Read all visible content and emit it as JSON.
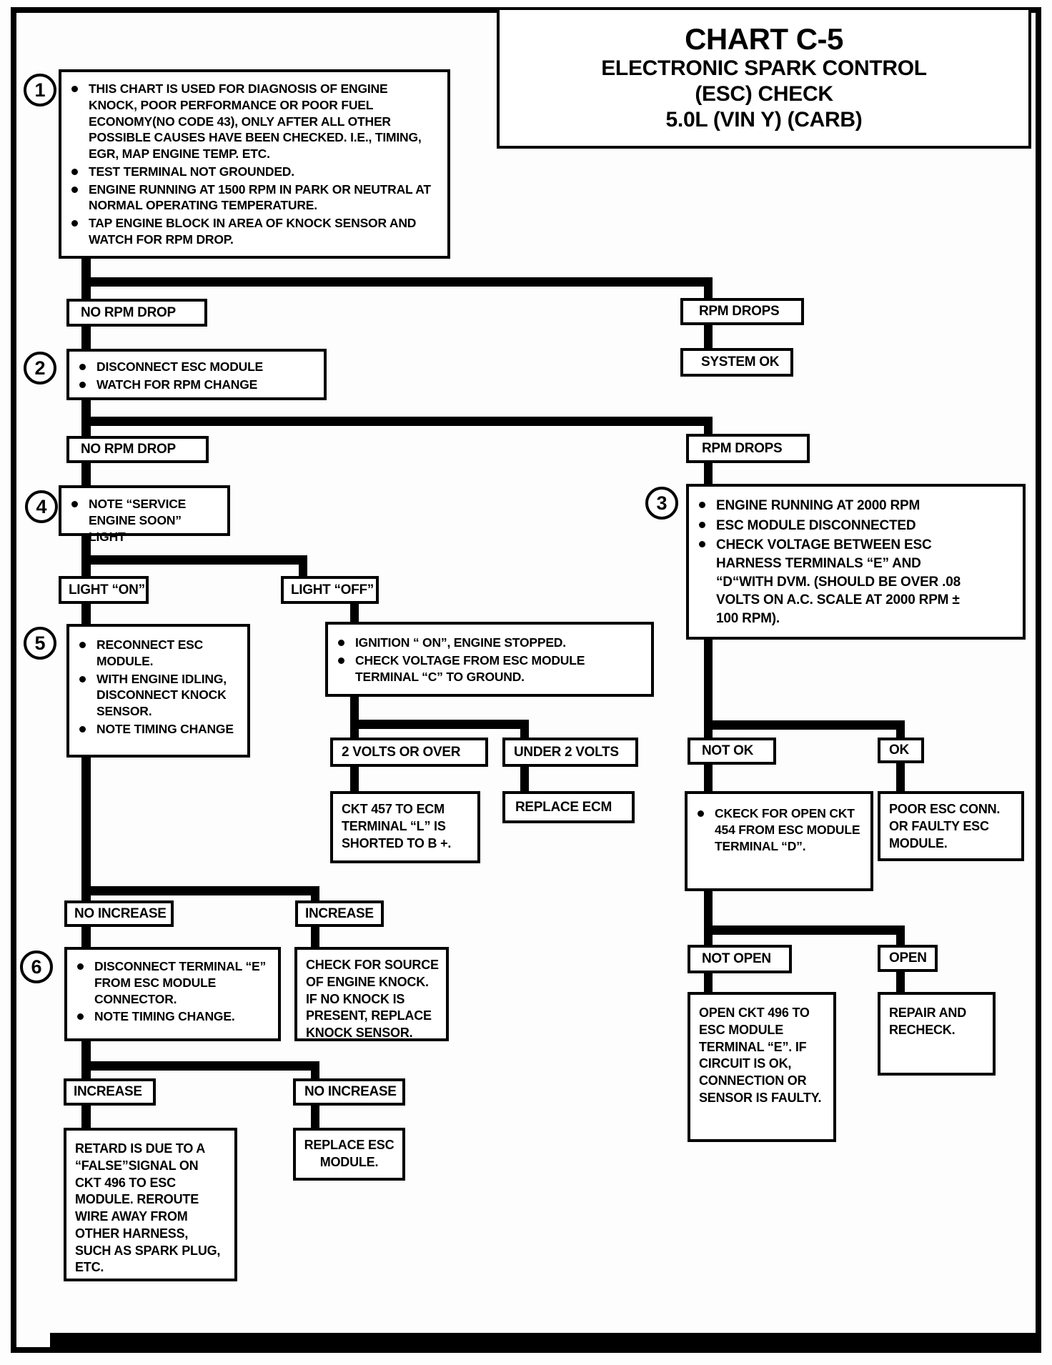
{
  "title": {
    "heading": "CHART C-5",
    "line2": "ELECTRONIC SPARK CONTROL",
    "line3": "(ESC) CHECK",
    "line4": "5.0L  (VIN Y)  (CARB)"
  },
  "step1": {
    "num": "1",
    "b1": "THIS CHART IS USED FOR DIAGNOSIS OF ENGINE KNOCK, POOR PERFORMANCE OR POOR FUEL ECONOMY(NO CODE 43), ONLY AFTER ALL OTHER POSSIBLE CAUSES HAVE BEEN CHECKED.  I.E., TIMING, EGR, MAP ENGINE TEMP. ETC.",
    "b2": "TEST TERMINAL NOT GROUNDED.",
    "b3": "ENGINE RUNNING AT 1500 RPM IN PARK OR NEUTRAL AT NORMAL OPERATING TEMPERATURE.",
    "b4": "TAP ENGINE BLOCK IN AREA OF KNOCK SENSOR AND WATCH FOR RPM DROP."
  },
  "branch1": {
    "no": "NO RPM DROP",
    "yes": "RPM DROPS"
  },
  "system_ok": "SYSTEM OK",
  "step2": {
    "num": "2",
    "b1": "DISCONNECT ESC MODULE",
    "b2": "WATCH FOR RPM CHANGE"
  },
  "branch2": {
    "no": "NO RPM DROP",
    "yes": "RPM DROPS"
  },
  "step4": {
    "num": "4",
    "b1": "NOTE “SERVICE ENGINE SOON” LIGHT"
  },
  "step3": {
    "num": "3",
    "b1": "ENGINE RUNNING AT 2000 RPM",
    "b2": "ESC MODULE DISCONNECTED",
    "b3": "CHECK VOLTAGE BETWEEN ESC HARNESS TERMINALS “E” AND “D“WITH DVM. (SHOULD BE OVER .08 VOLTS ON A.C. SCALE AT 2000 RPM ± 100 RPM)."
  },
  "branch_light": {
    "on": "LIGHT “ON”",
    "off": "LIGHT “OFF”"
  },
  "step5": {
    "num": "5",
    "b1": "RECONNECT ESC MODULE.",
    "b2": "WITH ENGINE IDLING, DISCONNECT KNOCK SENSOR.",
    "b3": "NOTE TIMING CHANGE"
  },
  "ignition": {
    "b1": "IGNITION “ ON”, ENGINE STOPPED.",
    "b2": "CHECK VOLTAGE FROM ESC  MODULE TERMINAL “C” TO GROUND."
  },
  "branch_volts": {
    "over": "2 VOLTS OR OVER",
    "under": "UNDER 2 VOLTS"
  },
  "ckt457": "CKT 457 TO ECM TERMINAL “L” IS SHORTED TO B +.",
  "replace_ecm": "REPLACE ECM",
  "branch_ok": {
    "not_ok": "NOT OK",
    "ok": "OK"
  },
  "ckt454": "CKECK FOR OPEN CKT 454 FROM ESC MODULE TERMINAL “D”.",
  "poor_esc": "POOR ESC CONN. OR FAULTY ESC MODULE.",
  "branch_open": {
    "not_open": "NOT OPEN",
    "open": "OPEN"
  },
  "ckt496": "OPEN CKT 496 TO ESC MODULE TERMINAL “E”.  IF CIRCUIT IS OK, CONNECTION OR SENSOR IS FAULTY.",
  "repair": "REPAIR AND RECHECK.",
  "branch_timing1": {
    "no": "NO INCREASE",
    "yes": "INCREASE"
  },
  "step6": {
    "num": "6",
    "b1": "DISCONNECT TERMINAL “E” FROM ESC MODULE CONNECTOR.",
    "b2": "NOTE TIMING CHANGE."
  },
  "knock_source": "CHECK FOR SOURCE OF ENGINE KNOCK.  IF NO KNOCK IS PRESENT, REPLACE KNOCK SENSOR.",
  "branch_timing2": {
    "yes": "INCREASE",
    "no": "NO INCREASE"
  },
  "retard": "RETARD IS DUE TO A “FALSE”SIGNAL ON CKT 496 TO ESC MODULE. REROUTE WIRE AWAY FROM OTHER HARNESS, SUCH AS SPARK PLUG, ETC.",
  "replace_esc": "REPLACE ESC MODULE."
}
